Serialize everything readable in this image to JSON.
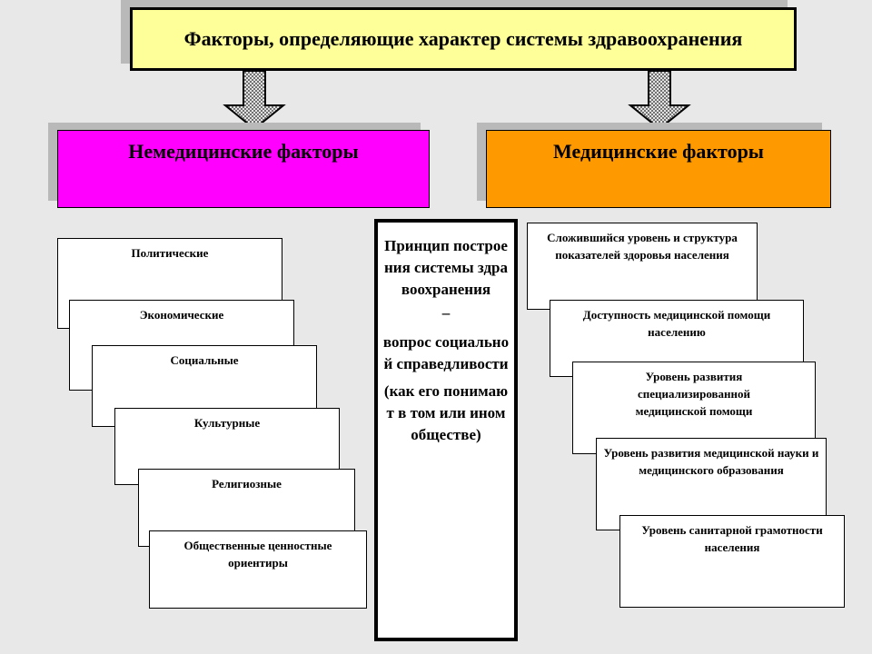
{
  "title": "Факторы, определяющие характер системы здравоохранения",
  "categories": {
    "nonmedical": "Немедицинские факторы",
    "medical": "Медицинские факторы"
  },
  "nonmedical_factors": [
    "Политические",
    "Экономические",
    "Социальные",
    "Культурные",
    "Религиозные",
    "Общественные ценностные ориентиры"
  ],
  "medical_factors": [
    "Сложившийся уровень и структура показателей здоровья населения",
    "Доступность медицинской помощи населению",
    "Уровень развития специализированной медицинской помощи",
    "Уровень развития медицинской науки и медицинского образования",
    "Уровень санитарной грамотности населения"
  ],
  "principle": {
    "line1": "Принцип построения системы здравоохранения",
    "line2": "–",
    "line3": "вопрос социальной справедливости",
    "line4": "(как его понимают в том или ином обществе)"
  },
  "colors": {
    "title_bg": "#ffff99",
    "nonmedical_bg": "#ff00ff",
    "medical_bg": "#ff9900",
    "background": "#e8e8e8"
  }
}
